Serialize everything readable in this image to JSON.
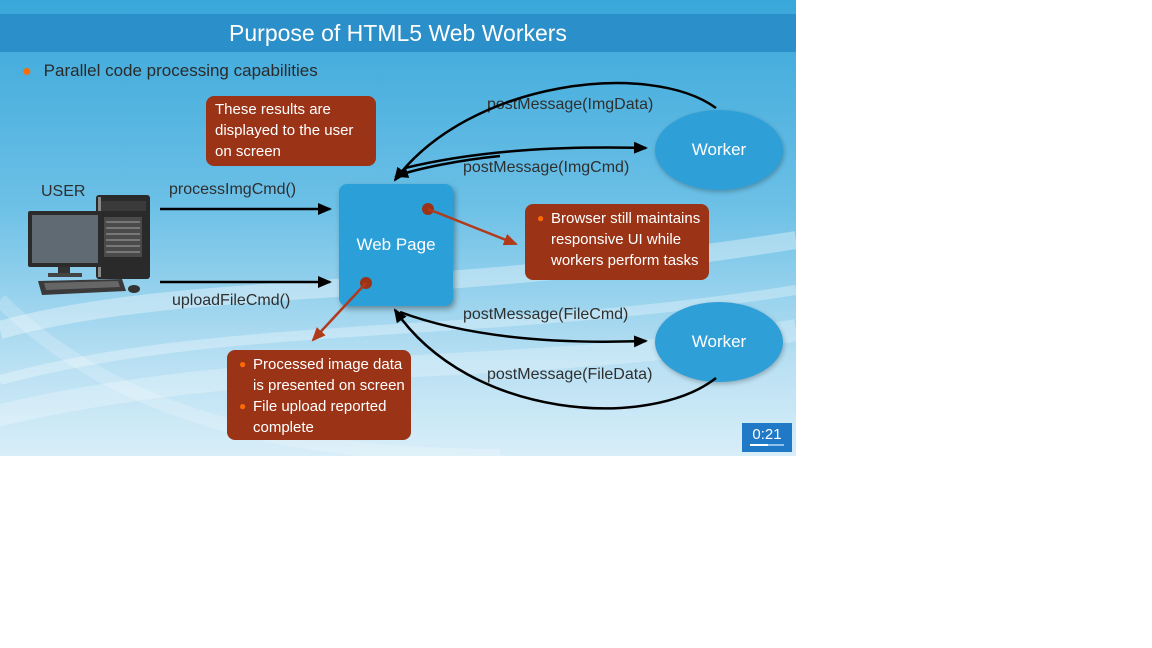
{
  "slide": {
    "title": "Purpose of HTML5 Web Workers",
    "bullet": "Parallel code processing capabilities"
  },
  "user": {
    "label": "USER",
    "icon": "desktop-computer-icon"
  },
  "commands": {
    "process": "processImgCmd()",
    "upload": "uploadFileCmd()"
  },
  "web_page": {
    "label": "Web Page"
  },
  "workers": [
    {
      "label": "Worker"
    },
    {
      "label": "Worker"
    }
  ],
  "messages": {
    "img_data": "postMessage(ImgData)",
    "img_cmd": "postMessage(ImgCmd)",
    "file_cmd": "postMessage(FileCmd)",
    "file_data": "postMessage(FileData)"
  },
  "callouts": {
    "results": "These results are displayed to the user on screen",
    "browser": "Browser still maintains responsive UI while workers perform tasks",
    "processed": [
      "Processed image data is presented on screen",
      "File upload reported complete"
    ]
  },
  "timer": {
    "text": "0:21"
  },
  "colors": {
    "title_bar": "#2b8fc9",
    "callout": "#9b3417",
    "bullet": "#ff6a00",
    "node": "#2a9fd8"
  }
}
